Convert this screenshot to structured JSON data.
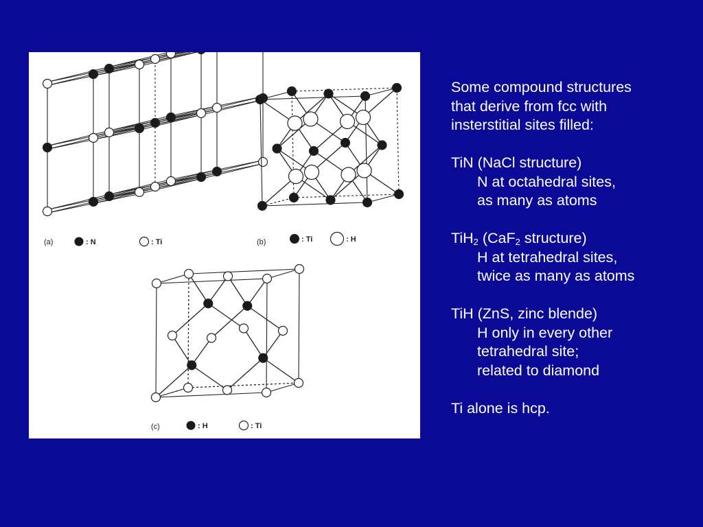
{
  "colors": {
    "background": "#0a0a96",
    "text": "#ffffff",
    "figure_background": "#ffffff",
    "atom_dark": "#1a1a1a",
    "atom_light": "#ffffff",
    "line": "#222222"
  },
  "figures": {
    "a": {
      "label": "(a)",
      "legend": [
        {
          "symbol": "filled-circle",
          "text": ": N"
        },
        {
          "symbol": "open-circle",
          "text": ": Ti"
        }
      ]
    },
    "b": {
      "label": "(b)",
      "legend": [
        {
          "symbol": "filled-circle",
          "text": ": Ti"
        },
        {
          "symbol": "large-open-circle",
          "text": ": H"
        }
      ]
    },
    "c": {
      "label": "(c)",
      "legend": [
        {
          "symbol": "filled-circle",
          "text": ": H"
        },
        {
          "symbol": "open-circle",
          "text": ": Ti"
        }
      ]
    }
  },
  "text": {
    "intro": [
      "Some compound structures",
      "that derive from fcc with",
      "insterstitial sites filled:"
    ],
    "tin": {
      "title": "TiN (NaCl structure)",
      "lines": [
        "N at octahedral sites,",
        "as many as atoms"
      ]
    },
    "tih2": {
      "title_parts": [
        "TiH",
        "2",
        " (CaF",
        "2",
        " structure)"
      ],
      "lines": [
        "H at tetrahedral sites,",
        "twice as many as atoms"
      ]
    },
    "tih": {
      "title": "TiH (ZnS, zinc blende)",
      "lines": [
        "H only in every other",
        "tetrahedral site;",
        "related to diamond"
      ]
    },
    "outro": "Ti alone is hcp."
  }
}
